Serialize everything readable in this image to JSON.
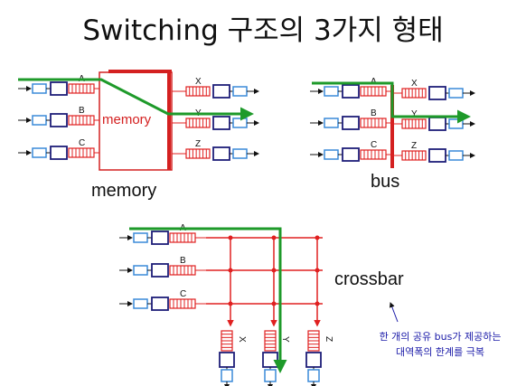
{
  "title": "Switching 구조의 3가지 형태",
  "memory": {
    "inputs": [
      "A",
      "B",
      "C"
    ],
    "outputs": [
      "X",
      "Y",
      "Z"
    ],
    "box_label": "memory",
    "caption": "memory"
  },
  "bus": {
    "inputs": [
      "A",
      "B",
      "C"
    ],
    "outputs": [
      "X",
      "Y",
      "Z"
    ],
    "caption": "bus"
  },
  "crossbar": {
    "inputs": [
      "A",
      "B",
      "C"
    ],
    "outputs": [
      "X",
      "Y",
      "Z"
    ],
    "caption": "crossbar"
  },
  "note": {
    "line1": "한 개의 공유 bus가 제공하는",
    "line2": "대역폭의 한계를 극복"
  },
  "colors": {
    "port_outline": "#1e1e78",
    "buffer_red": "#e02020",
    "light_blue": "#3a8ad8",
    "path_green": "#1e9a2a",
    "note_blue": "#1a1aa8"
  }
}
